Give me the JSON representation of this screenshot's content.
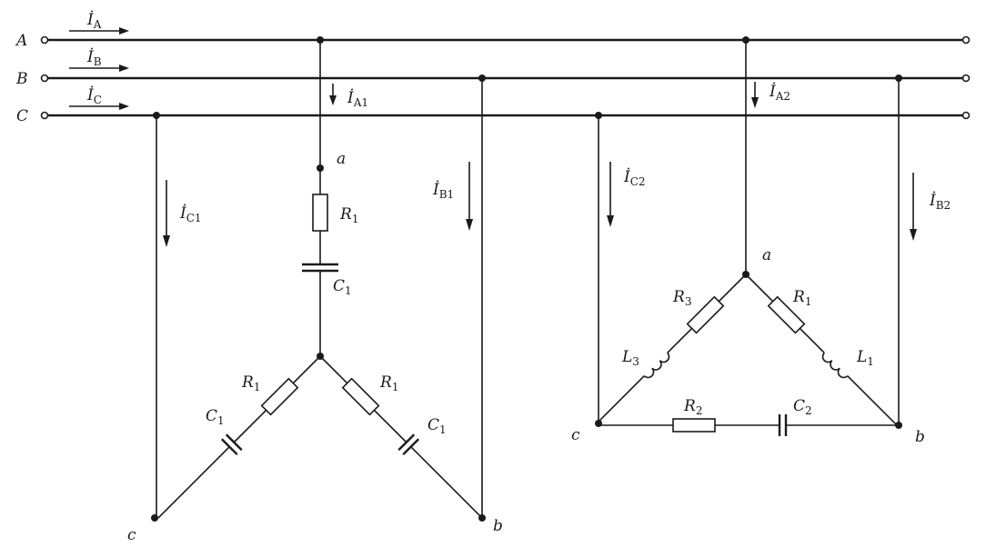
{
  "lines": {
    "A": "A",
    "B": "B",
    "C": "C"
  },
  "currents": {
    "IA": {
      "base": "İ",
      "sub": "A"
    },
    "IB": {
      "base": "İ",
      "sub": "B"
    },
    "IC": {
      "base": "İ",
      "sub": "C"
    },
    "IA1": {
      "base": "İ",
      "sub": "A1"
    },
    "IB1": {
      "base": "İ",
      "sub": "B1"
    },
    "IC1": {
      "base": "İ",
      "sub": "C1"
    },
    "IA2": {
      "base": "İ",
      "sub": "A2"
    },
    "IB2": {
      "base": "İ",
      "sub": "B2"
    },
    "IC2": {
      "base": "İ",
      "sub": "C2"
    }
  },
  "star_load": {
    "node_a": "a",
    "node_b": "b",
    "node_c": "c",
    "R_top": {
      "base": "R",
      "sub": "1"
    },
    "C_top": {
      "base": "C",
      "sub": "1"
    },
    "R_left": {
      "base": "R",
      "sub": "1"
    },
    "C_left": {
      "base": "C",
      "sub": "1"
    },
    "R_right": {
      "base": "R",
      "sub": "1"
    },
    "C_right": {
      "base": "C",
      "sub": "1"
    }
  },
  "delta_load": {
    "node_a": "a",
    "node_b": "b",
    "node_c": "c",
    "R3": {
      "base": "R",
      "sub": "3"
    },
    "L3": {
      "base": "L",
      "sub": "3"
    },
    "R1": {
      "base": "R",
      "sub": "1"
    },
    "L1": {
      "base": "L",
      "sub": "1"
    },
    "R2": {
      "base": "R",
      "sub": "2"
    },
    "C2": {
      "base": "C",
      "sub": "2"
    }
  }
}
